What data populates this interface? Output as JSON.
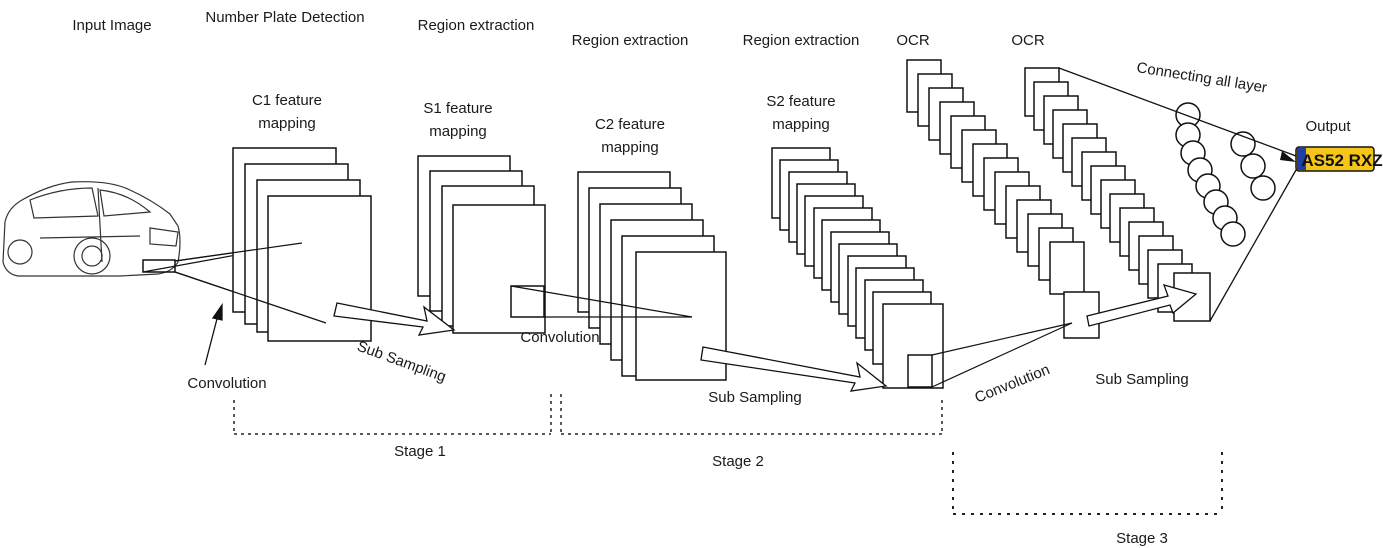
{
  "labels": {
    "input_image": "Input Image",
    "number_plate_detection": "Number Plate Detection",
    "region_extraction_1": "Region extraction",
    "region_extraction_2": "Region extraction",
    "region_extraction_3": "Region extraction",
    "ocr_1": "OCR",
    "ocr_2": "OCR",
    "c1_line1": "C1 feature",
    "c1_line2": "mapping",
    "s1_line1": "S1 feature",
    "s1_line2": "mapping",
    "c2_line1": "C2 feature",
    "c2_line2": "mapping",
    "s2_line1": "S2 feature",
    "s2_line2": "mapping",
    "connecting_all_layer": "Connecting all layer",
    "output": "Output",
    "convolution_1": "Convolution",
    "convolution_2": "Convolution",
    "convolution_3": "Convolution",
    "sub_sampling_1": "Sub Sampling",
    "sub_sampling_2": "Sub Sampling",
    "sub_sampling_3": "Sub Sampling",
    "stage_1": "Stage 1",
    "stage_2": "Stage 2",
    "stage_3": "Stage 3"
  },
  "plate": {
    "text": "AS52 RXZ",
    "background": "#f5c518",
    "band_color": "#1f3fa6"
  }
}
